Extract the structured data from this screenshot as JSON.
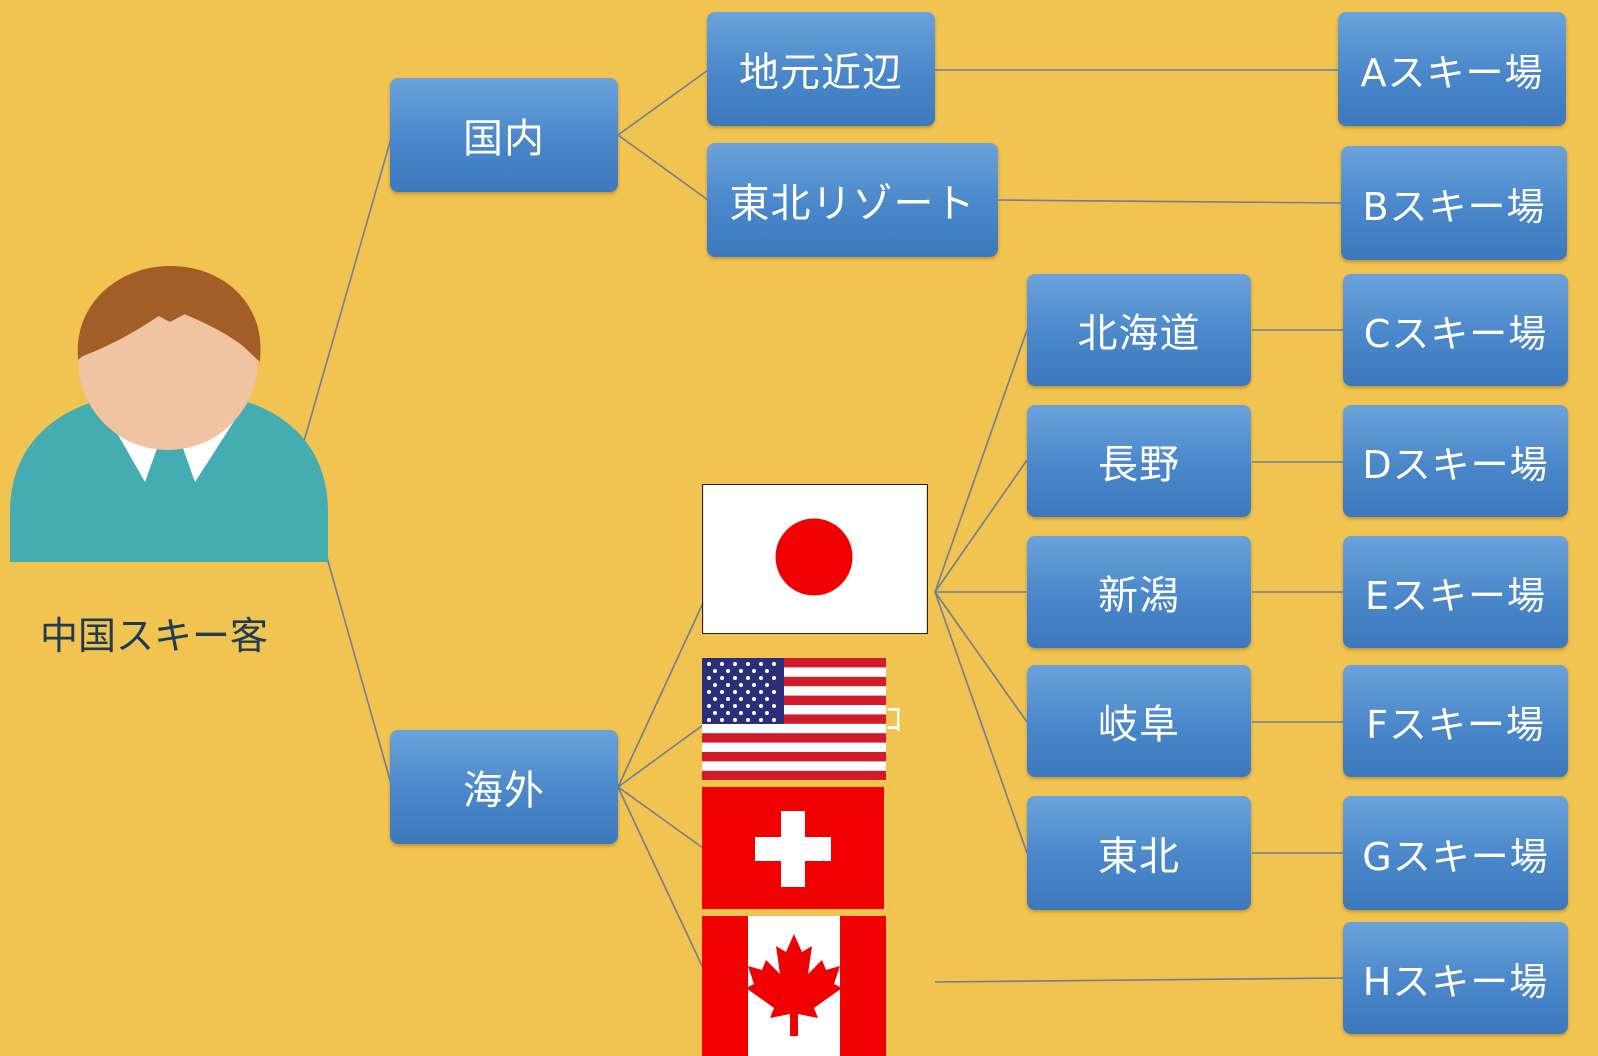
{
  "diagram": {
    "customer": {
      "label": "中国スキー客"
    },
    "level1": {
      "domestic": "国内",
      "overseas": "海外"
    },
    "domestic_children": {
      "local": "地元近辺",
      "tohoku_resort": "東北リゾート"
    },
    "overseas_flags": [
      {
        "country": "Japan",
        "icon": "japan-flag-icon"
      },
      {
        "country": "USA",
        "icon": "usa-flag-icon"
      },
      {
        "country": "Switzerland",
        "icon": "switzerland-flag-icon"
      },
      {
        "country": "Canada",
        "icon": "canada-flag-icon"
      }
    ],
    "japan_regions": {
      "hokkaido": "北海道",
      "nagano": "長野",
      "niigata": "新潟",
      "gifu": "岐阜",
      "tohoku": "東北"
    },
    "ski_resorts": {
      "a": "Aスキー場",
      "b": "Bスキー場",
      "c": "Cスキー場",
      "d": "Dスキー場",
      "e": "Eスキー場",
      "f": "Fスキー場",
      "g": "Gスキー場",
      "h": "Hスキー場"
    },
    "colors": {
      "background": "#f1c350",
      "node_fill": "#4a87ca",
      "connector": "#6f7f95",
      "label_text": "#1d3b57"
    }
  }
}
